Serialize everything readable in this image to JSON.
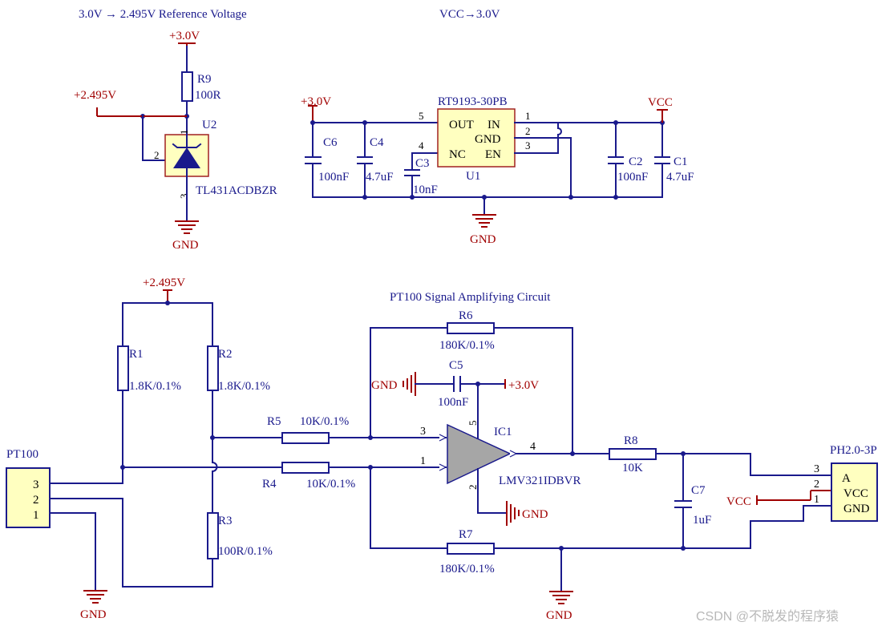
{
  "sections": {
    "reference_title": "3.0V → 2.495V Reference Voltage",
    "regulator_title": "VCC→3.0V",
    "amplifier_title": "PT100 Signal Amplifying Circuit"
  },
  "nets": {
    "v30": "+3.0V",
    "v2495": "+2.495V",
    "vcc": "VCC",
    "gnd": "GND"
  },
  "reference": {
    "r9": {
      "ref": "R9",
      "value": "100R"
    },
    "u2": {
      "ref": "U2",
      "part": "TL431ACDBZR",
      "pins": [
        "1",
        "2",
        "3"
      ]
    }
  },
  "regulator": {
    "u1": {
      "ref": "U1",
      "part": "RT9193-30PB",
      "pin_names": [
        "OUT",
        "IN",
        "GND",
        "NC",
        "EN"
      ],
      "pins": [
        "5",
        "4",
        "1",
        "2",
        "3"
      ]
    },
    "c6": {
      "ref": "C6",
      "value": "100nF"
    },
    "c4": {
      "ref": "C4",
      "value": "4.7uF"
    },
    "c3": {
      "ref": "C3",
      "value": "10nF"
    },
    "c2": {
      "ref": "C2",
      "value": "100nF"
    },
    "c1": {
      "ref": "C1",
      "value": "4.7uF"
    }
  },
  "amplifier": {
    "r1": {
      "ref": "R1",
      "value": "1.8K/0.1%"
    },
    "r2": {
      "ref": "R2",
      "value": "1.8K/0.1%"
    },
    "r3": {
      "ref": "R3",
      "value": "100R/0.1%"
    },
    "r4": {
      "ref": "R4",
      "value": "10K/0.1%"
    },
    "r5": {
      "ref": "R5",
      "value": "10K/0.1%"
    },
    "r6": {
      "ref": "R6",
      "value": "180K/0.1%"
    },
    "r7": {
      "ref": "R7",
      "value": "180K/0.1%"
    },
    "r8": {
      "ref": "R8",
      "value": "10K"
    },
    "c5": {
      "ref": "C5",
      "value": "100nF"
    },
    "c7": {
      "ref": "C7",
      "value": "1uF"
    },
    "ic1": {
      "ref": "IC1",
      "part": "LMV321IDBVR",
      "pins": [
        "3",
        "1",
        "4",
        "5",
        "2"
      ]
    }
  },
  "connectors": {
    "pt100": {
      "ref": "PT100",
      "pins": [
        "3",
        "2",
        "1"
      ]
    },
    "ph": {
      "ref": "PH2.0-3P",
      "pins": [
        "3",
        "2",
        "1"
      ],
      "pin_names": [
        "A",
        "VCC",
        "GND"
      ]
    }
  },
  "watermark": "CSDN @不脱发的程序猿"
}
